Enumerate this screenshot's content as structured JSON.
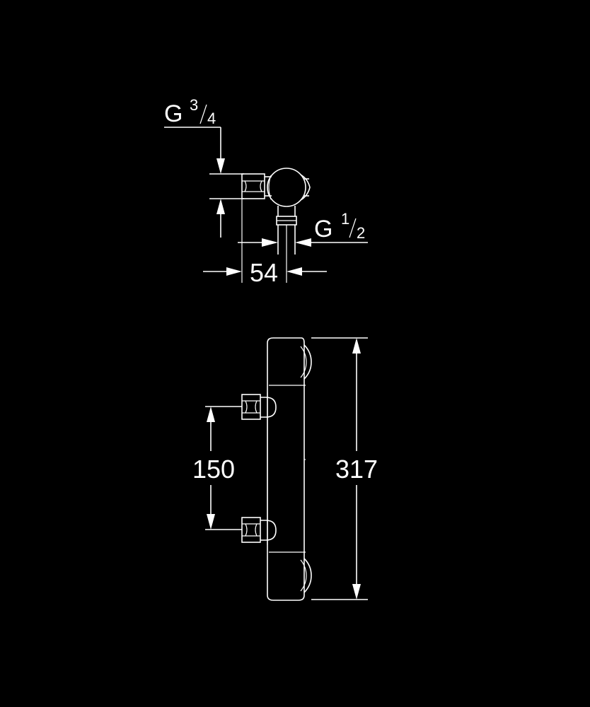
{
  "background_color": "#000000",
  "line_color": "#ffffff",
  "labels": {
    "inlet_thread": {
      "prefix": "G",
      "numerator": "3",
      "denominator": "4"
    },
    "outlet_thread": {
      "prefix": "G",
      "numerator": "1",
      "denominator": "2"
    },
    "depth": "54",
    "inlet_spacing": "150",
    "overall_length": "317"
  }
}
